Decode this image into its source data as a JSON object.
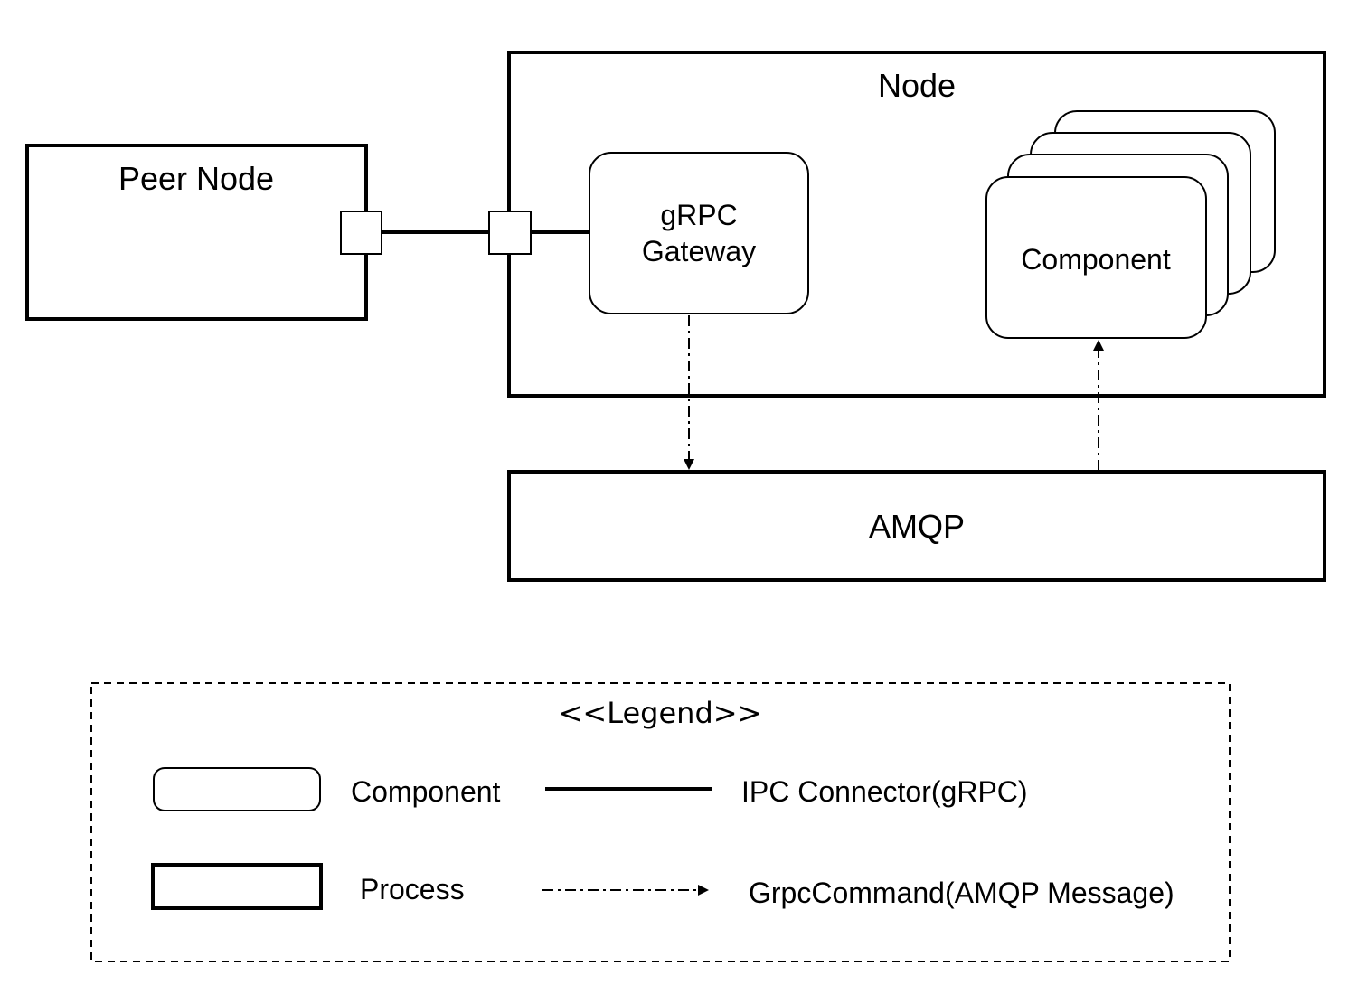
{
  "diagram": {
    "peer_node_label": "Peer Node",
    "node_label": "Node",
    "grpc_gateway_line1": "gRPC",
    "grpc_gateway_line2": "Gateway",
    "component_label": "Component",
    "amqp_label": "AMQP"
  },
  "legend": {
    "title": "<<Legend>>",
    "component_label": "Component",
    "process_label": "Process",
    "ipc_connector_label": "IPC Connector(gRPC)",
    "grpc_command_label": "GrpcCommand(AMQP Message)"
  }
}
